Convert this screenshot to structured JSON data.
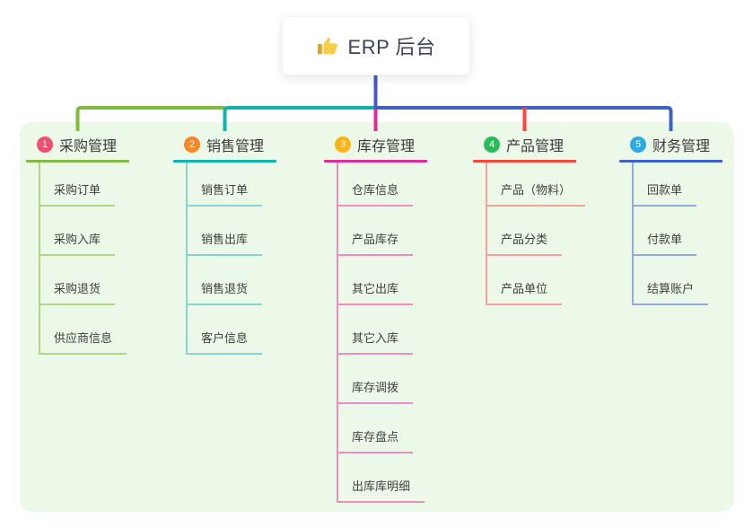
{
  "root": {
    "title": "ERP 后台",
    "icon": "thumbs-up-icon"
  },
  "colors": {
    "root_line": "#4a58c8",
    "panel_bg": "#ecf8e8",
    "title_text": "#3b3b3b",
    "child_text": "#3f3f3f",
    "root_text": "#3c4257",
    "icon_yellow": "#f7ce46",
    "icon_cuff": "#d9a43a"
  },
  "branches": [
    {
      "number": "1",
      "title": "采购管理",
      "badge_color": "#ee5170",
      "line_color": "#7ebc3f",
      "child_line_color": "#b0d585",
      "children": [
        "采购订单",
        "采购入库",
        "采购退货",
        "供应商信息"
      ]
    },
    {
      "number": "2",
      "title": "销售管理",
      "badge_color": "#f6862b",
      "line_color": "#10b3ab",
      "child_line_color": "#85d6d0",
      "children": [
        "销售订单",
        "销售出库",
        "销售退货",
        "客户信息"
      ]
    },
    {
      "number": "3",
      "title": "库存管理",
      "badge_color": "#fab515",
      "line_color": "#dd2d96",
      "child_line_color": "#f18cc0",
      "children": [
        "仓库信息",
        "产品库存",
        "其它出库",
        "其它入库",
        "库存调拨",
        "库存盘点",
        "出库库明细"
      ]
    },
    {
      "number": "4",
      "title": "产品管理",
      "badge_color": "#2abc5b",
      "line_color": "#f8463e",
      "child_line_color": "#f9a09a",
      "children": [
        "产品（物料）",
        "产品分类",
        "产品单位"
      ]
    },
    {
      "number": "5",
      "title": "财务管理",
      "badge_color": "#2fa9e2",
      "line_color": "#3e61c8",
      "child_line_color": "#94aadb",
      "children": [
        "回款单",
        "付款单",
        "结算账户"
      ]
    }
  ]
}
